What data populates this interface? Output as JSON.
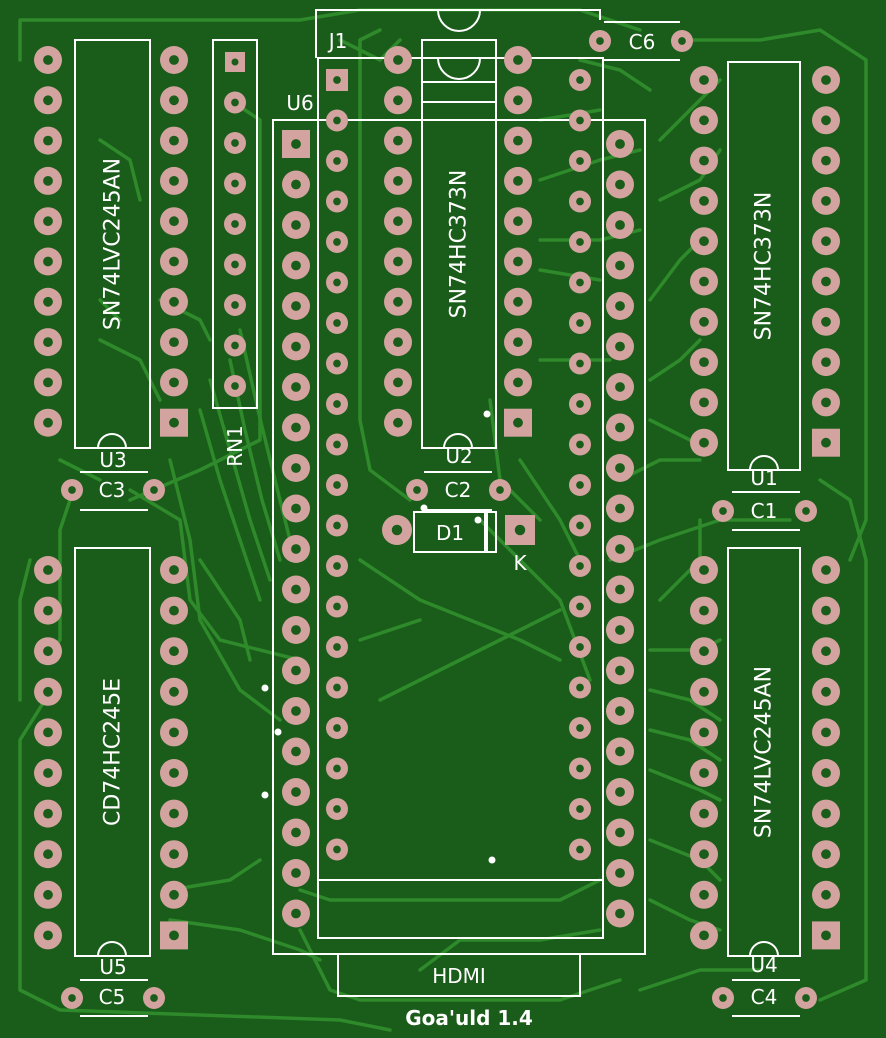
{
  "board": {
    "colors": {
      "board": "#1a5c1a",
      "trace": "#2e8a2a",
      "trace_dark": "#237023",
      "silk": "#ffffff",
      "pad": "#d3a39f",
      "hole": "#1a5c1a",
      "via": "#ffffff"
    },
    "footer_label": "Goa'uld 1.4",
    "components": [
      {
        "ref": "U3",
        "value": "SN74LVC245AN",
        "type": "dip",
        "pins": 20
      },
      {
        "ref": "U5",
        "value": "CD74HC245E",
        "type": "dip",
        "pins": 20
      },
      {
        "ref": "RN1",
        "value": "",
        "type": "sip",
        "pins": 9
      },
      {
        "ref": "U6",
        "value": "",
        "type": "module",
        "pins": 40
      },
      {
        "ref": "J1",
        "value": "",
        "type": "header",
        "pins": 40
      },
      {
        "ref": "U2",
        "value": "SN74HC373N",
        "type": "dip",
        "pins": 20
      },
      {
        "ref": "U1",
        "value": "SN74HC373N",
        "type": "dip",
        "pins": 20
      },
      {
        "ref": "U4",
        "value": "SN74LVC245AN",
        "type": "dip",
        "pins": 20
      },
      {
        "ref": "C1",
        "value": "",
        "type": "capacitor",
        "pins": 2
      },
      {
        "ref": "C2",
        "value": "",
        "type": "capacitor",
        "pins": 2
      },
      {
        "ref": "C3",
        "value": "",
        "type": "capacitor",
        "pins": 2
      },
      {
        "ref": "C4",
        "value": "",
        "type": "capacitor",
        "pins": 2
      },
      {
        "ref": "C5",
        "value": "",
        "type": "capacitor",
        "pins": 2
      },
      {
        "ref": "C6",
        "value": "",
        "type": "capacitor",
        "pins": 2
      },
      {
        "ref": "D1",
        "value": "",
        "type": "diode",
        "pins": 2,
        "cathode_label": "K"
      },
      {
        "ref": "HDMI",
        "value": "",
        "type": "connector",
        "pins": 0
      }
    ]
  }
}
